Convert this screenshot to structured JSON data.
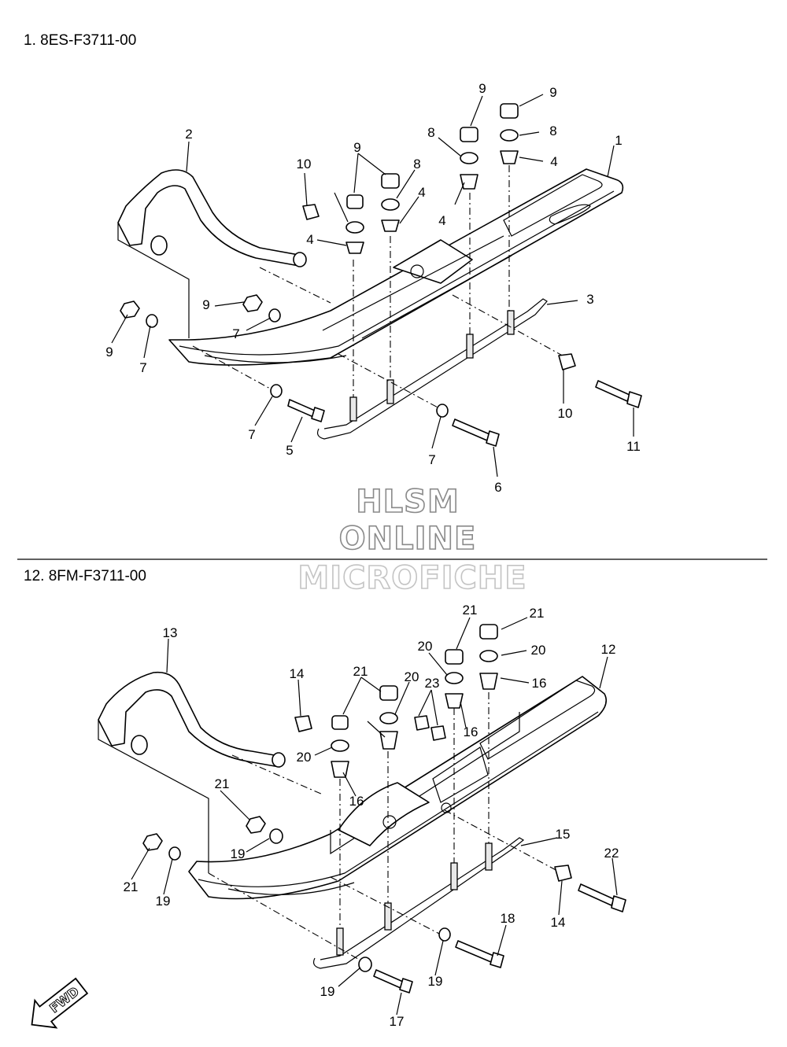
{
  "sections": [
    {
      "header": "1. 8ES-F3711-00"
    },
    {
      "header": "12. 8FM-F3711-00"
    }
  ],
  "watermark": [
    "HLSM",
    "ONLINE",
    "MICROFICHE"
  ],
  "fwd_label": "FWD",
  "callouts_top": [
    "1",
    "2",
    "3",
    "4",
    "4",
    "4",
    "4",
    "5",
    "6",
    "7",
    "7",
    "7",
    "7",
    "8",
    "8",
    "8",
    "9",
    "9",
    "9",
    "9",
    "9",
    "10",
    "10",
    "11"
  ],
  "callouts_bottom": [
    "12",
    "13",
    "14",
    "14",
    "15",
    "16",
    "16",
    "16",
    "17",
    "18",
    "19",
    "19",
    "19",
    "19",
    "20",
    "20",
    "20",
    "20",
    "21",
    "21",
    "21",
    "21",
    "21",
    "22",
    "23"
  ]
}
